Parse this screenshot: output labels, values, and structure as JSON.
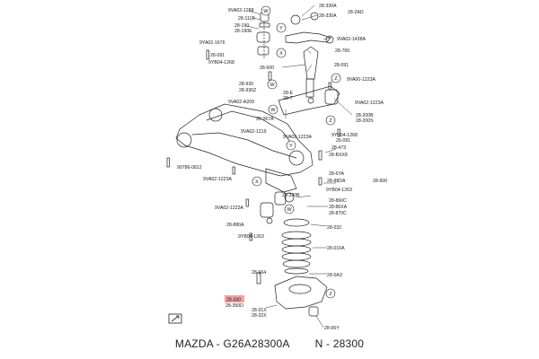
{
  "labels": {
    "l01": "9VA02-1288",
    "l02": "28-330A",
    "l03": "28-2AD",
    "l04": "28-111B",
    "l05": "28-330A",
    "l06": "28-190",
    "l07": "28-190E",
    "l08": "9YA02-1676",
    "l09": "9VA02-1438A",
    "l10": "28-091",
    "l11": "9YB04-1268",
    "l12": "28-700",
    "l13": "28-600",
    "l14": "28-091",
    "l15": "28-930",
    "l16": "28-930Z",
    "l17": "9VA00-1223A",
    "l18": "9VA02-A209",
    "l19": "28-E",
    "l20": "28-T",
    "l21": "9VA02-1223A",
    "l22": "39-067A",
    "l23": "28-200B",
    "l24": "28-200S",
    "l25": "9VA02-1219",
    "l26": "9VA02-1223A",
    "l27": "9YB04-1268",
    "l28": "26-091",
    "l29": "28-473",
    "l30": "28-BXX8",
    "l31": "90786-0812",
    "l32": "28-6YA",
    "l33": "28-88DA",
    "l34": "28-600",
    "l35": "9VA02-1223A",
    "l36": "9YB04-1263",
    "l37": "28-330B",
    "l38": "9VA02-1223A",
    "l39": "28-860C",
    "l40": "28-86XA",
    "l41": "28-870C",
    "l42": "28-880A",
    "l43": "28-032",
    "l44": "9YB04-1263",
    "l45": "28-010A",
    "l46": "28-664",
    "l47": "28-0A3",
    "l48": "28-330",
    "l49": "28-350D",
    "l50": "28-31X",
    "l51": "28-32X",
    "l52": "28-66Y"
  },
  "callouts": {
    "w1": "W",
    "y1": "Y",
    "x1": "X",
    "z1": "Z",
    "y2": "Y",
    "x2": "X",
    "w2": "W",
    "w3": "W",
    "z2": "Z",
    "z3": "Z",
    "w4": "W"
  },
  "highlight_color": "#f2a0a6",
  "footer": {
    "brand_part": "MAZDA - G26A28300A",
    "number": "N - 28300"
  }
}
